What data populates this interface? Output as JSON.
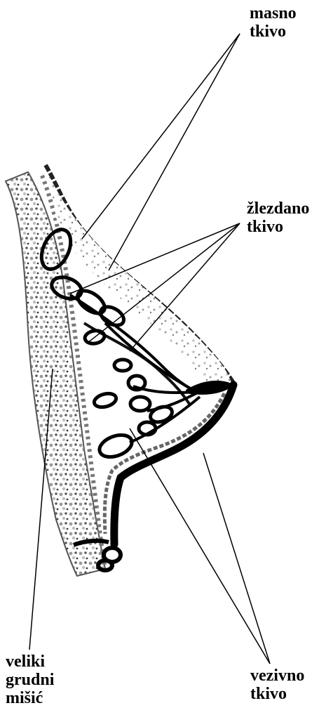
{
  "labels": {
    "masno_tkivo": [
      "masno",
      "tkivo"
    ],
    "zlezdano_tkivo": [
      "žlezdano",
      "tkivo"
    ],
    "veliki_grudni_misic": [
      "veliki",
      "grudni",
      "mišić"
    ],
    "vezivno_tkivo": [
      "vezivno",
      "tkivo"
    ]
  },
  "colors": {
    "ink": "#000000",
    "muscle_dark": "#3a3a3a",
    "muscle_mid": "#8a8a8a",
    "muscle_light": "#c9c9c9",
    "background": "#ffffff"
  }
}
